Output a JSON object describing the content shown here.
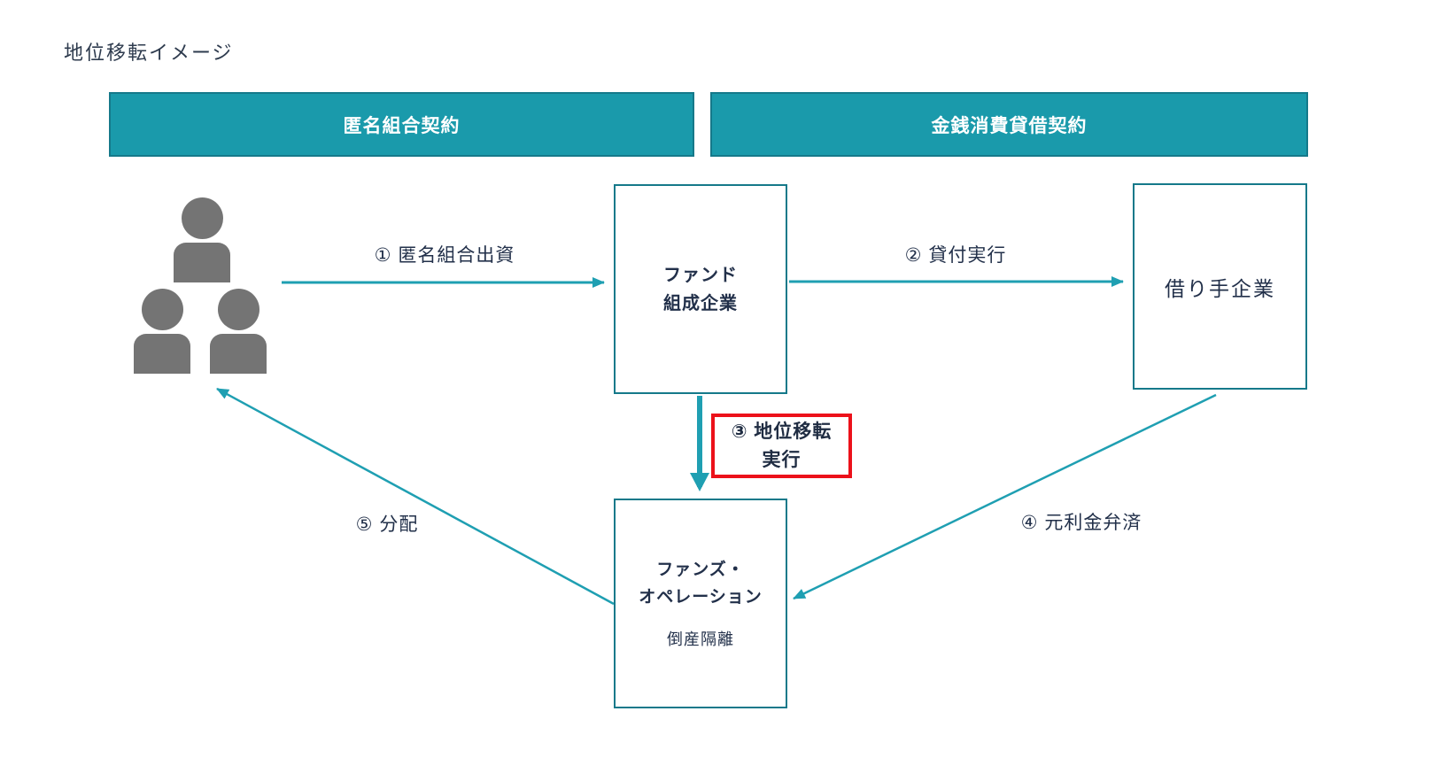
{
  "title": "地位移転イメージ",
  "contracts": {
    "left": "匿名組合契約",
    "right": "金銭消費貸借契約"
  },
  "nodes": {
    "fund_company": {
      "line1": "ファンド",
      "line2": "組成企業"
    },
    "borrower": {
      "label": "借り手企業"
    },
    "funds_operation": {
      "line1": "ファンズ・",
      "line2": "オペレーション",
      "note": "倒産隔離"
    },
    "investors": {
      "icon": "people-group-icon"
    }
  },
  "flows": {
    "f1": {
      "label": "① 匿名組合出資",
      "from": "investors",
      "to": "fund_company"
    },
    "f2": {
      "label": "② 貸付実行",
      "from": "fund_company",
      "to": "borrower"
    },
    "f3": {
      "line1": "③ 地位移転",
      "line2": "実行",
      "from": "fund_company",
      "to": "funds_operation",
      "highlighted": true
    },
    "f4": {
      "label": "④ 元利金弁済",
      "from": "borrower",
      "to": "funds_operation"
    },
    "f5": {
      "label": "⑤ 分配",
      "from": "funds_operation",
      "to": "investors"
    }
  },
  "colors": {
    "teal_fill": "#1a9aab",
    "teal_border": "#15798a",
    "arrow_teal": "#1f9fb2",
    "text_dark": "#22304a",
    "highlight_red": "#ec111a",
    "person_gray": "#747474"
  }
}
